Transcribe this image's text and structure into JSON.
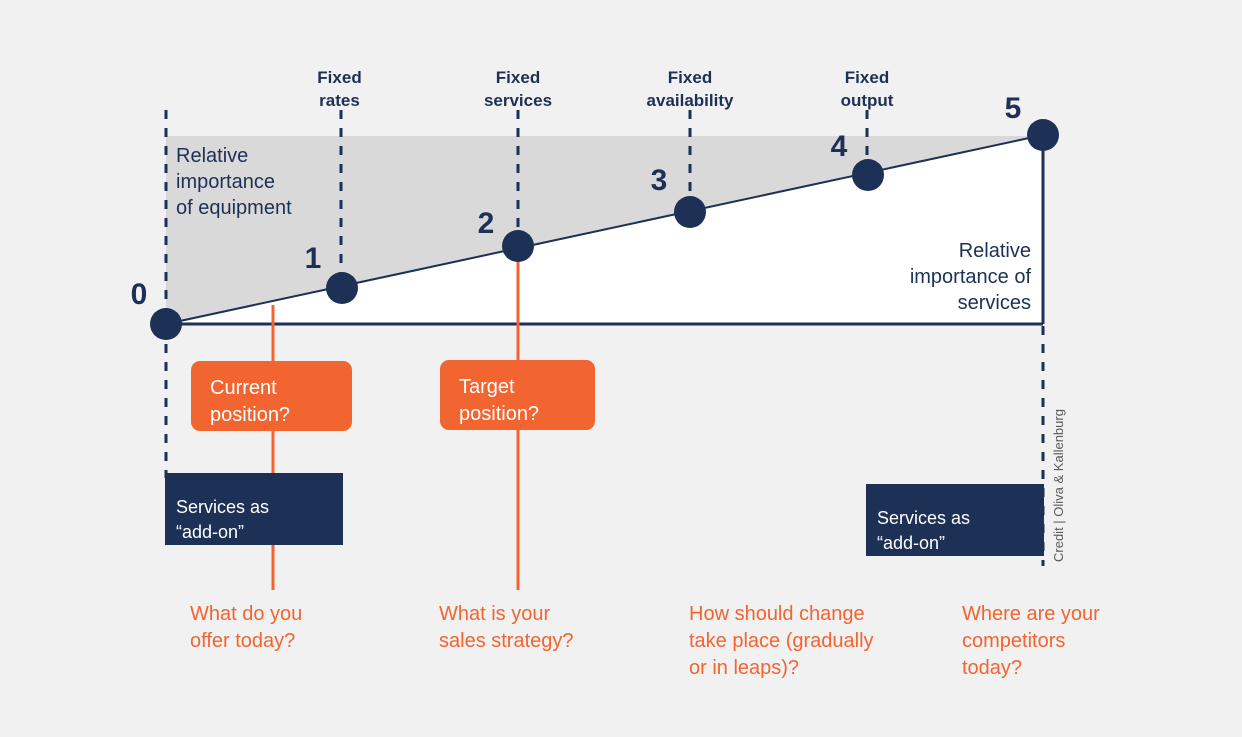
{
  "figure": {
    "background_color": "#f1f1f1",
    "navy": "#1d3055",
    "orange": "#f26430",
    "gray_band": "#d9d9d9",
    "white_band": "#ffffff",
    "credit": "Credit | Oliva & Kallenburg"
  },
  "axes": {
    "equipment_label": "Relative\nimportance\nof equipment",
    "services_label": "Relative\nimportance of\nservices"
  },
  "chart_data": {
    "type": "line",
    "title": "",
    "xlabel": "",
    "ylabel": "",
    "x": [
      0,
      1,
      2,
      3,
      4,
      5
    ],
    "point_labels": [
      "0",
      "1",
      "2",
      "3",
      "4",
      "5"
    ],
    "stage_labels": [
      "",
      "Fixed rates",
      "Fixed services",
      "Fixed availability",
      "Fixed output",
      ""
    ],
    "values": [
      0,
      0.17,
      0.41,
      0.59,
      0.79,
      1.0
    ],
    "description": "Transition line from relative importance of equipment (upper grey band) to relative importance of services (lower white band) across six stages 0-5."
  },
  "tick_labels": [
    {
      "id": "fixed-rates",
      "text": "Fixed\nrates"
    },
    {
      "id": "fixed-services",
      "text": "Fixed\nservices"
    },
    {
      "id": "fixed-availability",
      "text": "Fixed\navailability"
    },
    {
      "id": "fixed-output",
      "text": "Fixed\noutput"
    }
  ],
  "node_numbers": [
    "0",
    "1",
    "2",
    "3",
    "4",
    "5"
  ],
  "callouts": [
    {
      "id": "current-position",
      "text": "Current\nposition?"
    },
    {
      "id": "target-position",
      "text": "Target\nposition?"
    }
  ],
  "addon_boxes": [
    {
      "id": "services-addon-left",
      "text": "Services as\n“add-on”"
    },
    {
      "id": "services-addon-right",
      "text": "Services as\n“add-on”"
    }
  ],
  "questions": [
    {
      "id": "question-offer-today",
      "text": "What do you\noffer today?"
    },
    {
      "id": "question-sales-strategy",
      "text": "What is your\nsales strategy?"
    },
    {
      "id": "question-change-pace",
      "text": "How should change\ntake place (gradually\nor in leaps)?"
    },
    {
      "id": "question-competitors",
      "text": "Where are your\ncompetitors\ntoday?"
    }
  ]
}
